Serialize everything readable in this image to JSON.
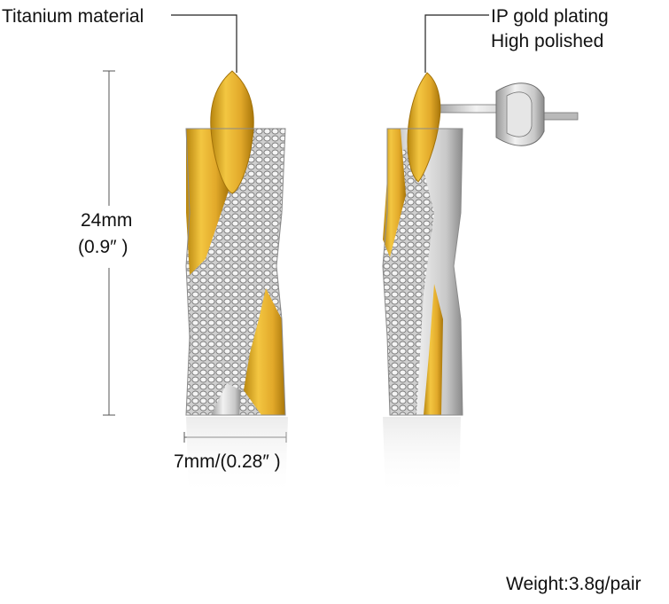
{
  "callouts": {
    "material": "Titanium material",
    "plating_line1": "IP gold plating",
    "plating_line2": "High polished"
  },
  "dimensions": {
    "height_mm": "24mm",
    "height_in": "(0.9″ )",
    "width": "7mm/(0.28″ )"
  },
  "weight": "Weight:3.8g/pair",
  "colors": {
    "gold": "#e2ad2c",
    "gold_dark": "#b07d12",
    "silver": "#d6d6d6",
    "silver_dark": "#8f8f8f",
    "line": "#222222"
  }
}
